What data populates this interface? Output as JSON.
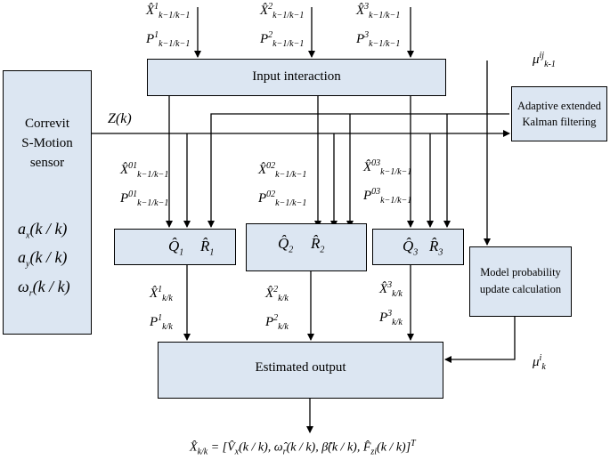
{
  "blocks": {
    "sensor": {
      "line1": "Correvit",
      "line2": "S-Motion",
      "line3": "sensor"
    },
    "input_interaction": "Input interaction",
    "akf": {
      "line1": "Adaptive extended",
      "line2": "Kalman filtering"
    },
    "model_prob": {
      "line1": "Model probability",
      "line2": "update calculation"
    },
    "estimated_output": "Estimated output"
  },
  "signals": {
    "sensor_ax": "a_x(k / k)",
    "sensor_ay": "a_y(k / k)",
    "sensor_wr": "ω_r(k / k)",
    "measurement": "Z(k)",
    "mu_prev": "μ^{ij}_{k-1}",
    "mu_cur": "μ^{i}_{k}",
    "inputs": [
      {
        "x": "X̂^1_{k-1/k-1}",
        "p": "P^1_{k-1/k-1}"
      },
      {
        "x": "X̂^2_{k-1/k-1}",
        "p": "P^2_{k-1/k-1}"
      },
      {
        "x": "X̂^3_{k-1/k-1}",
        "p": "P^3_{k-1/k-1}"
      }
    ],
    "mixed": [
      {
        "x": "X̂^{01}_{k-1/k-1}",
        "p": "P^{01}_{k-1/k-1}"
      },
      {
        "x": "X̂^{02}_{k-1/k-1}",
        "p": "P^{02}_{k-1/k-1}"
      },
      {
        "x": "X̂^{03}_{k-1/k-1}",
        "p": "P^{03}_{k-1/k-1}"
      }
    ],
    "filters": [
      {
        "q": "Q̂_1",
        "r": "R̂_1"
      },
      {
        "q": "Q̂_2",
        "r": "R̂_2"
      },
      {
        "q": "Q̂_3",
        "r": "R̂_3"
      }
    ],
    "outputs": [
      {
        "x": "X̂^1_{k/k}",
        "p": "P^1_{k/k}"
      },
      {
        "x": "X̂^2_{k/k}",
        "p": "P^2_{k/k}"
      },
      {
        "x": "X̂^3_{k/k}",
        "p": "P^3_{k/k}"
      }
    ],
    "final_equation": "X̂_{k/k} = [V̂_x(k / k), ω̂_r(k / k), β̂(k / k), F̂_{zi}(k / k)]^T"
  }
}
